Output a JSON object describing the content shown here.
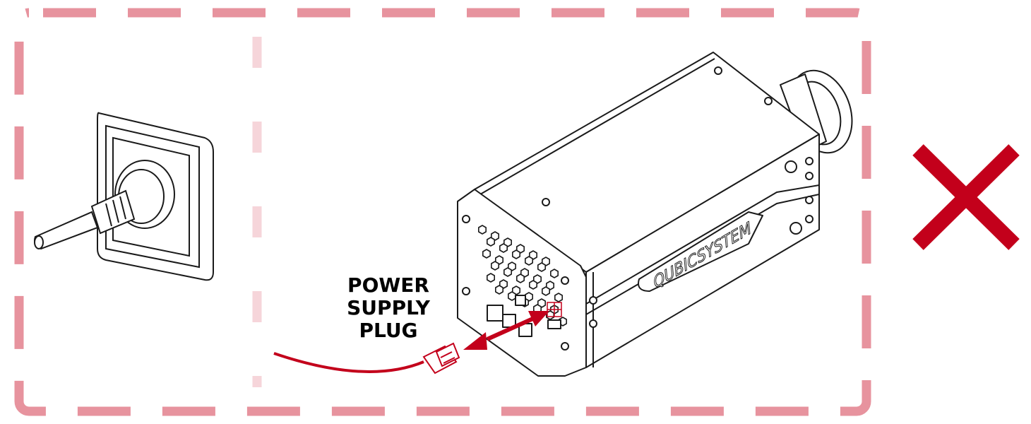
{
  "label": {
    "lines": [
      "POWER",
      "SUPPLY",
      "PLUG"
    ]
  },
  "logo_text": "QUBICSYSTEM",
  "status": {
    "icon": "cross-icon",
    "meaning": "incorrect"
  },
  "colors": {
    "border_dash": "#e7939e",
    "divider_dash": "#f6d5da",
    "accent_red": "#c3001b",
    "line": "#1a1a1a"
  }
}
